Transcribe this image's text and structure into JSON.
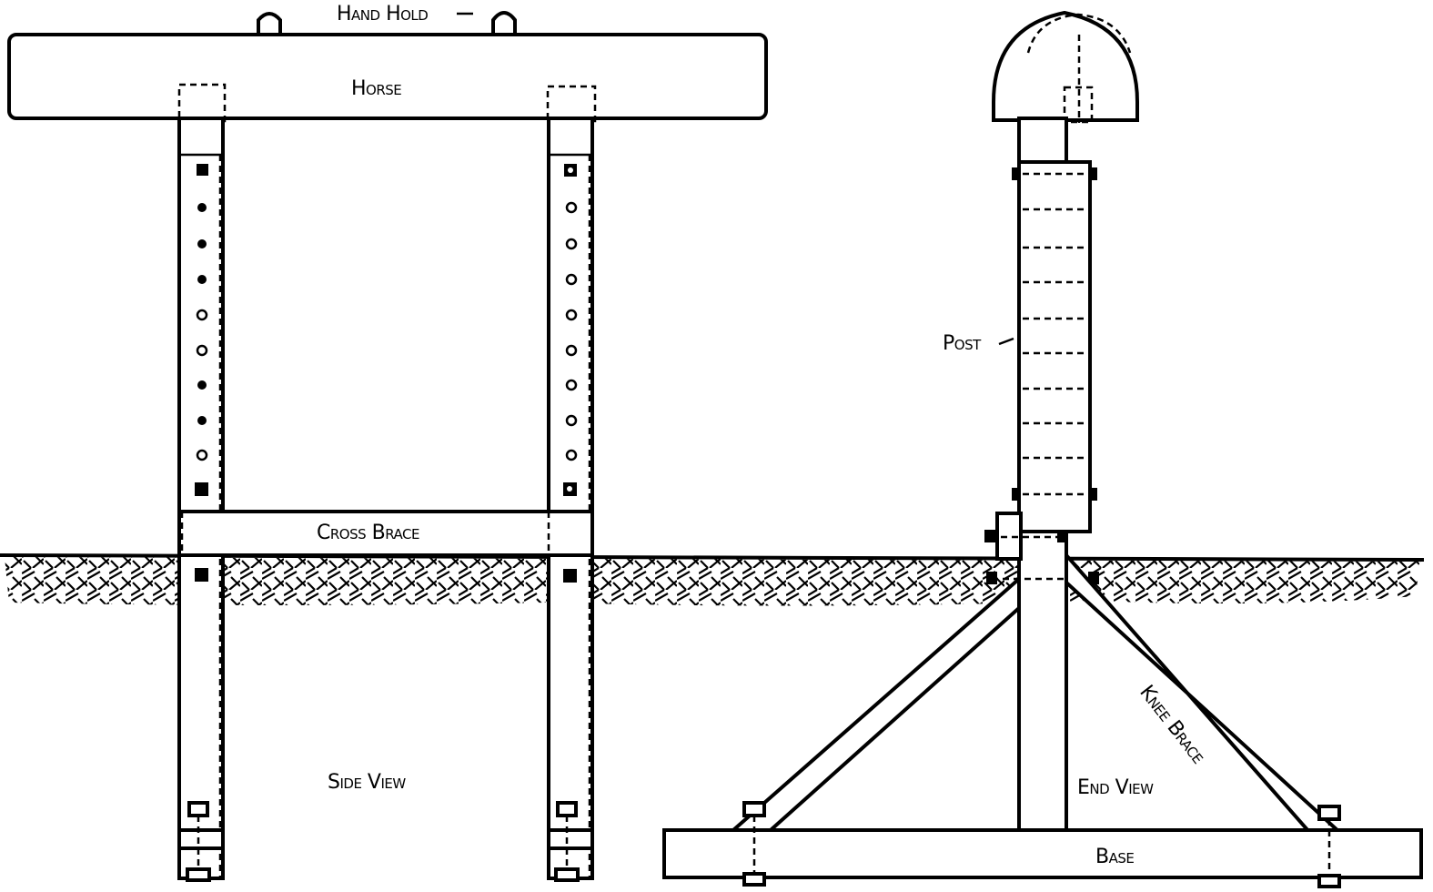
{
  "labels": {
    "hand_hold": "Hand Hold",
    "horse": "Horse",
    "cross_brace": "Cross Brace",
    "side_view": "Side View",
    "post": "Post",
    "knee_brace": "Knee Brace",
    "end_view": "End View",
    "base": "Base"
  }
}
